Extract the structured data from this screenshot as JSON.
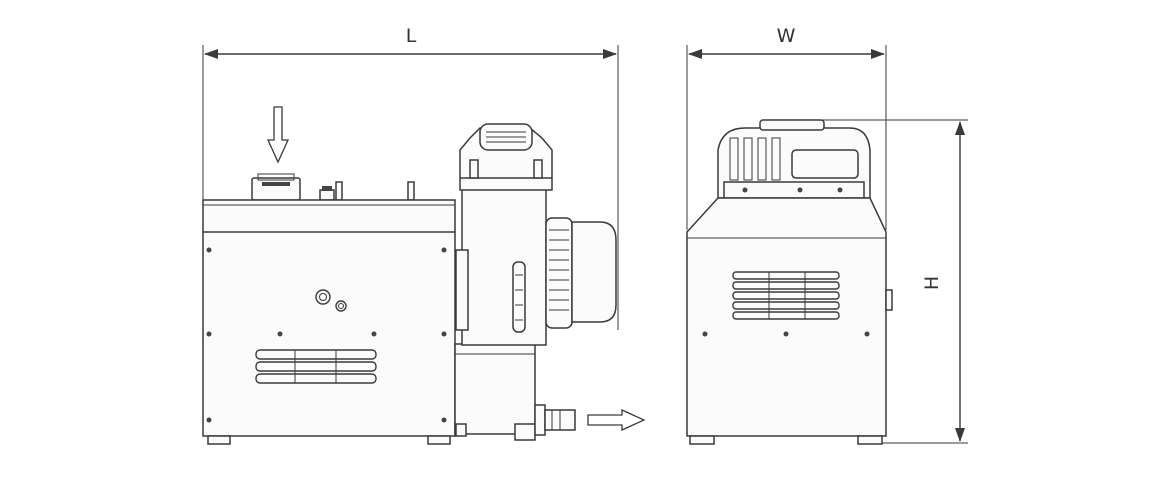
{
  "dimensions": {
    "length_label": "L",
    "width_label": "W",
    "height_label": "H"
  },
  "icons": {
    "inlet_arrow": "down-arrow",
    "outlet_arrow": "right-arrow"
  },
  "colors": {
    "line": "#3a3a3a",
    "background": "#ffffff"
  }
}
